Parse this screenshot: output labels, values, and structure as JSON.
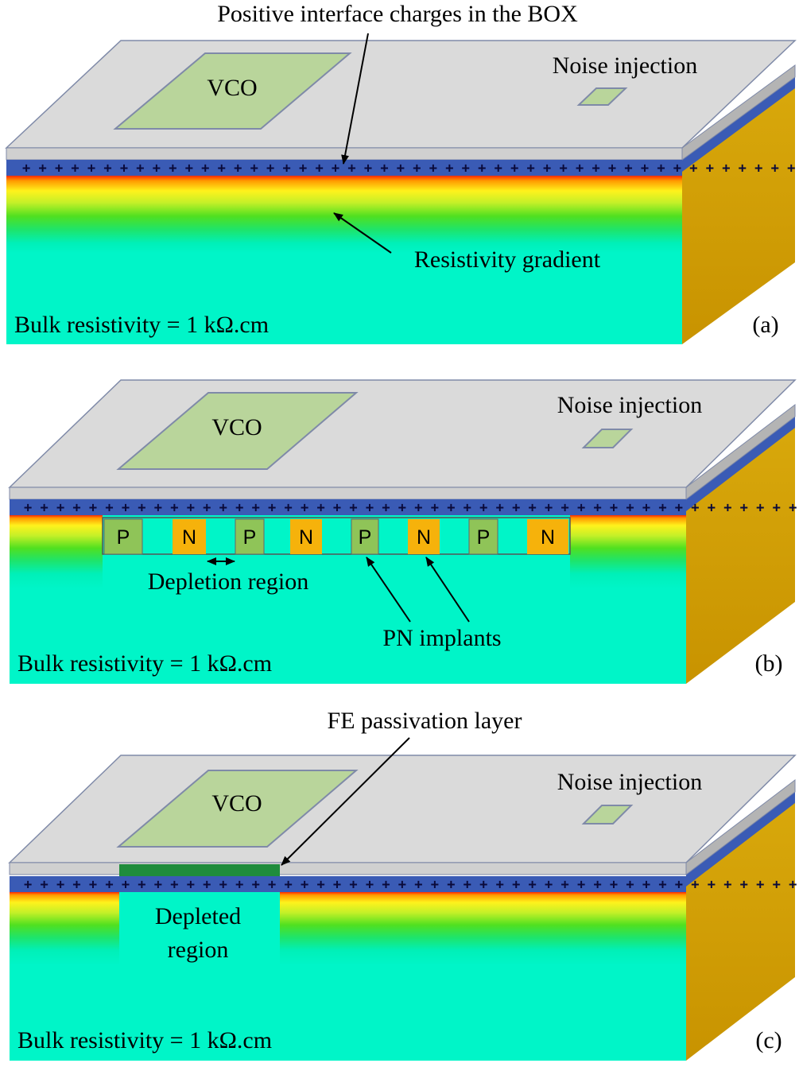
{
  "colors": {
    "top_surface": "#dadada",
    "box_layer": "#3a5bb5",
    "side_face": "#cc9a06",
    "bulk": "#00f5c8",
    "vco_fill": "#b9d59b",
    "p_implant": "#8fc458",
    "n_implant": "#f6b20b",
    "fe_layer": "#1f8c3c"
  },
  "panels": [
    {
      "id": "a",
      "panel_label": "(a)",
      "vco_label": "VCO",
      "noise_label": "Noise injection",
      "callout_top": "Positive interface charges in the BOX",
      "gradient_label": "Resistivity gradient",
      "bulk_label": "Bulk resistivity = 1 kΩ.cm"
    },
    {
      "id": "b",
      "panel_label": "(b)",
      "vco_label": "VCO",
      "noise_label": "Noise injection",
      "implants": [
        "P",
        "N",
        "P",
        "N",
        "P",
        "N",
        "P",
        "N"
      ],
      "depletion_label": "Depletion region",
      "pn_label": "PN implants",
      "bulk_label": "Bulk resistivity = 1 kΩ.cm"
    },
    {
      "id": "c",
      "panel_label": "(c)",
      "vco_label": "VCO",
      "noise_label": "Noise injection",
      "fe_label": "FE passivation layer",
      "depleted_label_line1": "Depleted",
      "depleted_label_line2": "region",
      "bulk_label": "Bulk resistivity = 1 kΩ.cm"
    }
  ]
}
